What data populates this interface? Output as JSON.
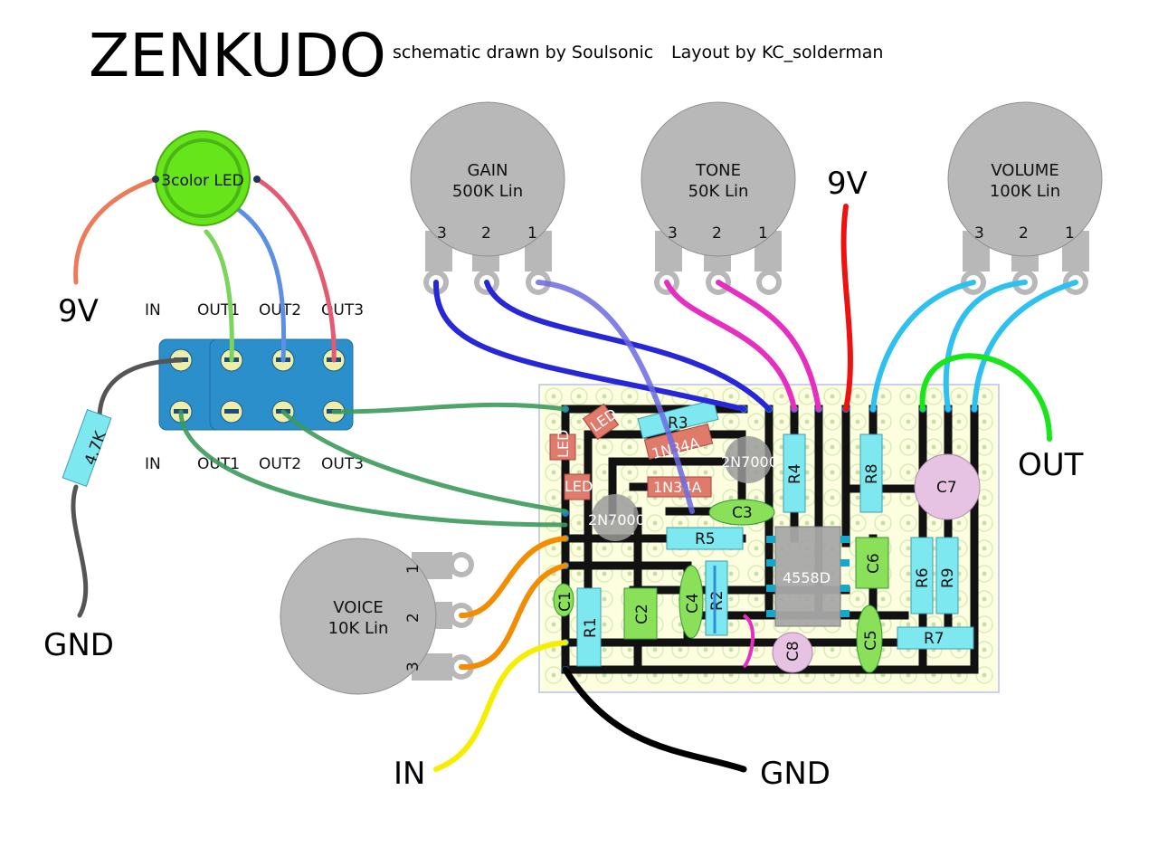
{
  "title": "ZENKUDO",
  "credits": {
    "schematic": "schematic drawn by Soulsonic",
    "layout": "Layout by KC_solderman"
  },
  "led": {
    "label": "3color LED",
    "power": "9V"
  },
  "switch": {
    "top_labels": [
      "IN",
      "OUT1",
      "OUT2",
      "OUT3"
    ],
    "bottom_labels": [
      "IN",
      "OUT1",
      "OUT2",
      "OUT3"
    ]
  },
  "led_resistor": "4.7K",
  "ground_left": "GND",
  "pots": {
    "gain": {
      "name": "GAIN",
      "value": "500K Lin",
      "pins": [
        "3",
        "2",
        "1"
      ]
    },
    "tone": {
      "name": "TONE",
      "value": "50K Lin",
      "pins": [
        "3",
        "2",
        "1"
      ]
    },
    "volume": {
      "name": "VOLUME",
      "value": "100K Lin",
      "pins": [
        "3",
        "2",
        "1"
      ]
    },
    "voice": {
      "name": "VOICE",
      "value": "10K Lin",
      "pins": [
        "1",
        "2",
        "3"
      ]
    }
  },
  "board_power": "9V",
  "output": "OUT",
  "input": "IN",
  "ground_bottom": "GND",
  "components": {
    "r1": "R1",
    "r2": "R2",
    "r3": "R3",
    "r4": "R4",
    "r5": "R5",
    "r6": "R6",
    "r7": "R7",
    "r8": "R8",
    "r9": "R9",
    "c1": "C1",
    "c2": "C2",
    "c3": "C3",
    "c4": "C4",
    "c5": "C5",
    "c6": "C6",
    "c7": "C7",
    "c8": "C8",
    "ic": "4558D",
    "q1": "2N7000",
    "q2": "2N7000",
    "d1": "1N34A",
    "d2": "1N34A",
    "led1": "LED",
    "led2": "LED",
    "led3": "LED"
  },
  "colors": {
    "board": "#fdfde0",
    "trace": "#111111",
    "pot": "#b8b8b8",
    "switch": "#2b8fcc",
    "resistor": "#7ee8f0",
    "film_cap": "#8be05a",
    "electrolytic": "#e7c3e3",
    "diode": "#e07a6a",
    "transistor": "#9a9a9a",
    "ic": "#a8a8a8",
    "wire_blue": "#2727d8",
    "wire_magenta": "#e62fc0",
    "wire_cyan": "#2ec0ef",
    "wire_red": "#ee1111",
    "wire_orange": "#f38d00",
    "wire_yellow": "#f5ee00",
    "wire_green": "#18e51a",
    "wire_black": "#000000",
    "wire_switch_green": "#3c9a5c",
    "led_body": "#66e61a"
  }
}
